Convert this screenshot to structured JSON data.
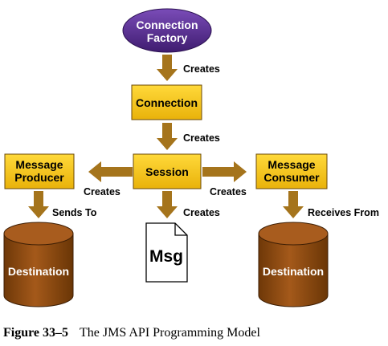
{
  "diagram": {
    "nodes": {
      "connection_factory": {
        "lines": [
          "Connection",
          "Factory"
        ]
      },
      "connection": {
        "lines": [
          "Connection"
        ]
      },
      "session": {
        "lines": [
          "Session"
        ]
      },
      "message_producer": {
        "lines": [
          "Message",
          "Producer"
        ]
      },
      "message_consumer": {
        "lines": [
          "Message",
          "Consumer"
        ]
      },
      "msg": {
        "lines": [
          "Msg"
        ]
      },
      "destination_left": {
        "lines": [
          "Destination"
        ]
      },
      "destination_right": {
        "lines": [
          "Destination"
        ]
      }
    },
    "edges": [
      {
        "from": "connection_factory",
        "to": "connection",
        "label": "Creates"
      },
      {
        "from": "connection",
        "to": "session",
        "label": "Creates"
      },
      {
        "from": "session",
        "to": "message_producer",
        "label": "Creates"
      },
      {
        "from": "session",
        "to": "message_consumer",
        "label": "Creates"
      },
      {
        "from": "session",
        "to": "msg",
        "label": "Creates"
      },
      {
        "from": "message_producer",
        "to": "destination_left",
        "label": "Sends To"
      },
      {
        "from": "message_consumer",
        "to": "destination_right",
        "label": "Receives From"
      }
    ],
    "colors": {
      "box_fill": "#f5c516",
      "box_border": "#6b4a08",
      "arrow": "#a5741c",
      "oval_fill": "#5b2d96",
      "cylinder_fill": "#8e4a12",
      "cylinder_top": "#a85c1e"
    }
  },
  "caption": {
    "figure_number": "Figure 33–5",
    "title": "The JMS API Programming Model"
  }
}
